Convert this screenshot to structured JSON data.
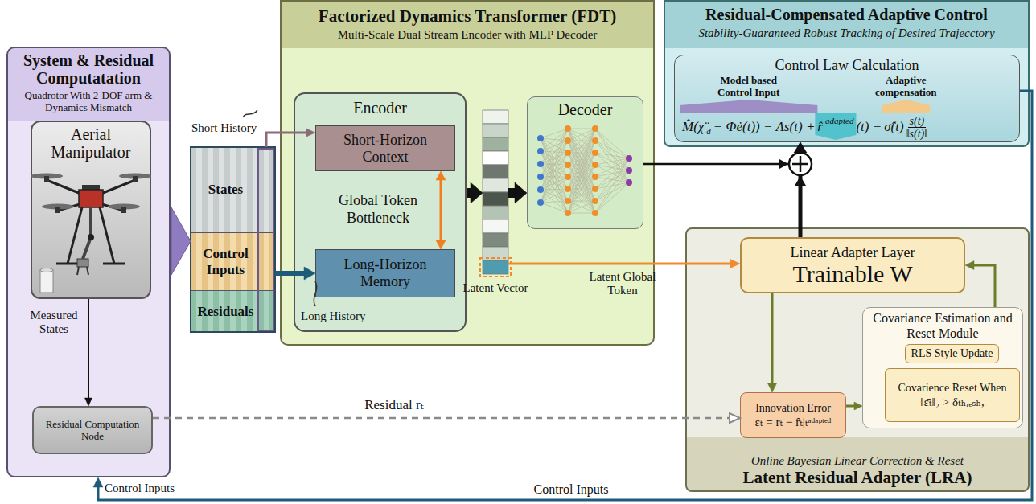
{
  "diagram": {
    "nodes": [
      {
        "text": [
          "System & Residual Computatation",
          "Quadrotor With 2-DOF arm & Dynamics Mismatch"
        ]
      },
      {
        "text": [
          "Aerial Manipulator"
        ],
        "in": 0
      },
      {
        "text": [
          "Residual Computation Node"
        ],
        "in": 0
      },
      {
        "text": [
          "States"
        ]
      },
      {
        "text": [
          "Control Inputs"
        ]
      },
      {
        "text": [
          "Residuals"
        ]
      },
      {
        "text": [
          "Factorized Dynamics Transformer (FDT)",
          "Multi-Scale Dual Stream Encoder with MLP Decoder"
        ]
      },
      {
        "text": [
          "Encoder"
        ],
        "in": 6
      },
      {
        "text": [
          "Short-Horizon Context"
        ],
        "in": 7
      },
      {
        "text": [
          "Long-Horizon Memory"
        ],
        "in": 7
      },
      {
        "text": [
          "Latent Vector"
        ],
        "in": 6
      },
      {
        "text": [
          "Decoder"
        ],
        "in": 6
      },
      {
        "text": [
          "Residual-Compensated Adaptive Control",
          "Stability-Guaranteed Robust Tracking of Desired Trajecctory"
        ]
      },
      {
        "text": [
          "Control Law Calculation"
        ],
        "in": 12
      },
      {
        "text": [
          "Online Bayesian Linear Correction & Reset",
          "Latent Residual Adapter (LRA)"
        ]
      },
      {
        "text": [
          "Linear Adapter Layer",
          "Trainable W"
        ],
        "in": 14
      },
      {
        "text": [
          "Covariance Estimation and Reset Module"
        ],
        "in": 14
      },
      {
        "text": [
          "RLS Style Update"
        ],
        "in": 16
      },
      {
        "text": [
          "Covarience Reset When",
          "‖ε̄ₜ‖₂ > δₜₕᵣₑₛₕ,"
        ],
        "in": 16
      },
      {
        "text": [
          "Innovation Error",
          "εₜ = rₜ − r̂ₜ|ₜᵃᵈᵃᵖᵗᵉᵈ"
        ],
        "in": 14
      }
    ],
    "edges": [
      {
        "from": 0,
        "to": 4,
        "arrow": "to"
      },
      {
        "from": 1,
        "to": 2,
        "label": "Measured States",
        "arrow": "to"
      },
      {
        "from": 2,
        "to": 19,
        "label": "Residual rₜ",
        "arrow": "to"
      },
      {
        "from": 3,
        "to": 8,
        "arrow": "to"
      },
      {
        "from": 4,
        "to": 9,
        "arrow": "to"
      },
      {
        "from": 8,
        "to": 9,
        "label": "Global Token Bottleneck",
        "arrow": "both"
      },
      {
        "from": 7,
        "to": 10,
        "arrow": "to"
      },
      {
        "from": 10,
        "to": 11,
        "arrow": "to"
      },
      {
        "from": 11,
        "to": 13,
        "arrow": "to"
      },
      {
        "from": 15,
        "to": 13,
        "arrow": "to"
      },
      {
        "from": 10,
        "to": 15,
        "label": "Latent Global Token",
        "arrow": "to"
      },
      {
        "from": 15,
        "to": 19,
        "arrow": "to"
      },
      {
        "from": 19,
        "to": 16,
        "arrow": "to"
      },
      {
        "from": 16,
        "to": 15,
        "arrow": "to"
      },
      {
        "from": 13,
        "to": 0,
        "label": "Control Inputs",
        "arrow": "to"
      }
    ],
    "labels": [
      "Short History",
      "Long History",
      "Model based Control Input",
      "Adaptive compensation",
      "M̂(χ̈",
      "d",
      "− Φė(t)) − Λs(t) +",
      "r̂",
      "adapted",
      "(t) −",
      "σ̂(t)",
      "s(t)",
      "‖s(t)‖",
      "Control Inputs"
    ]
  }
}
